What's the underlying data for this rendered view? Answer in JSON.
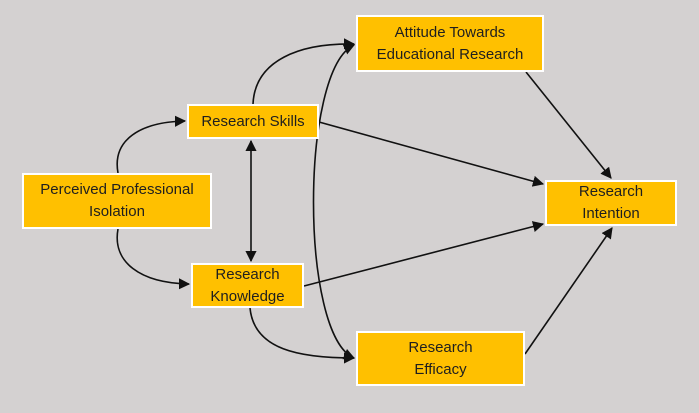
{
  "colors": {
    "background": "#d4d1d1",
    "node_fill": "#ffc000",
    "node_border": "#ffffff",
    "edge": "#111111"
  },
  "nodes": {
    "attitude": "Attitude Towards\nEducational Research",
    "skills": "Research Skills",
    "isolation": "Perceived Professional\nIsolation",
    "intention": "Research\nIntention",
    "knowledge": "Research\nKnowledge",
    "efficacy": "Research\nEfficacy"
  },
  "edges": [
    {
      "from": "isolation",
      "to": "skills",
      "direction": "forward"
    },
    {
      "from": "isolation",
      "to": "knowledge",
      "direction": "forward"
    },
    {
      "from": "skills",
      "to": "knowledge",
      "direction": "both"
    },
    {
      "from": "skills",
      "to": "attitude",
      "direction": "forward"
    },
    {
      "from": "skills",
      "to": "intention",
      "direction": "forward"
    },
    {
      "from": "knowledge",
      "to": "intention",
      "direction": "forward"
    },
    {
      "from": "knowledge",
      "to": "efficacy",
      "direction": "forward"
    },
    {
      "from": "attitude",
      "to": "efficacy",
      "direction": "both"
    },
    {
      "from": "attitude",
      "to": "intention",
      "direction": "forward"
    },
    {
      "from": "efficacy",
      "to": "intention",
      "direction": "forward"
    }
  ]
}
